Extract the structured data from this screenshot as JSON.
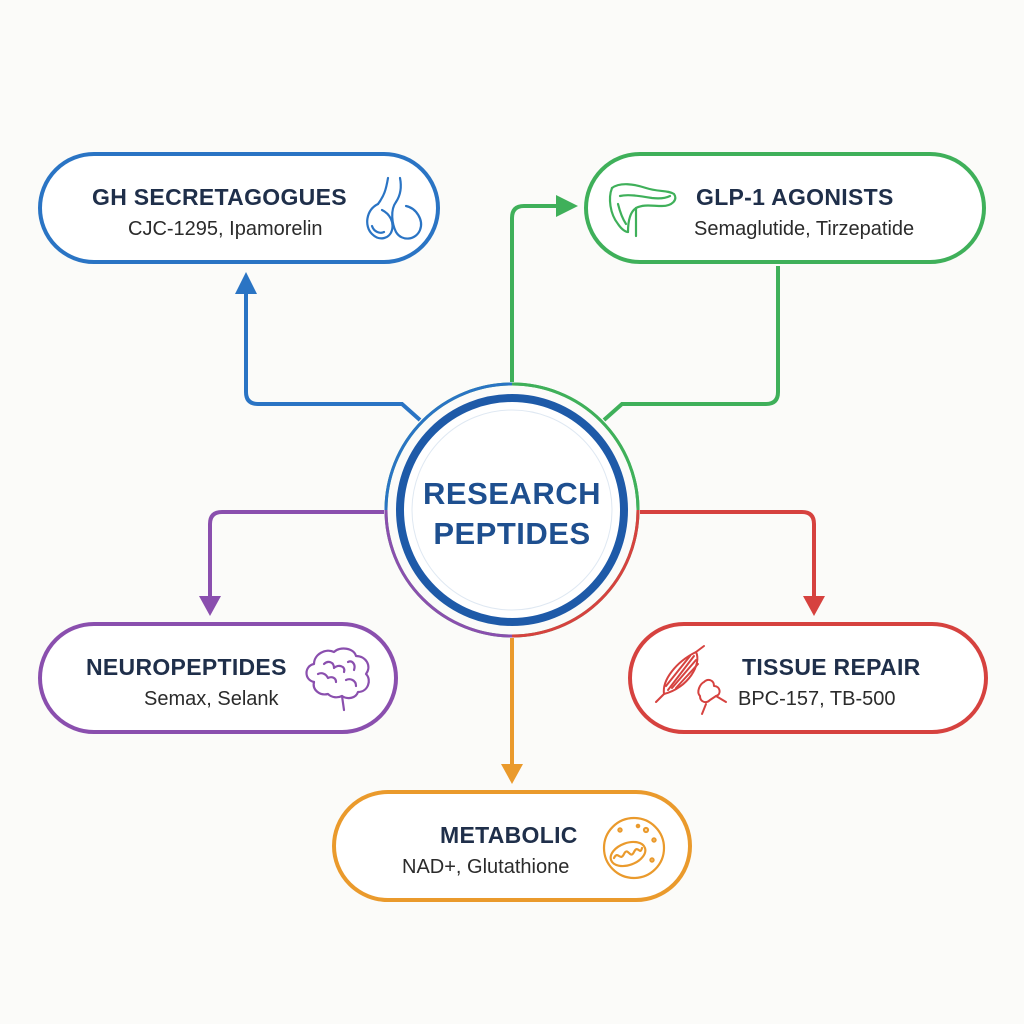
{
  "center": {
    "title_line1": "RESEARCH",
    "title_line2": "PEPTIDES"
  },
  "nodes": {
    "gh": {
      "title": "GH SECRETAGOGUES",
      "examples": "CJC-1295, Ipamorelin",
      "icon": "pituitary-gland-icon",
      "color": "#2a74c4"
    },
    "glp1": {
      "title": "GLP-1 AGONISTS",
      "examples": "Semaglutide, Tirzepatide",
      "icon": "pancreas-icon",
      "color": "#3fb05a"
    },
    "neuro": {
      "title": "NEUROPEPTIDES",
      "examples": "Semax, Selank",
      "icon": "brain-icon",
      "color": "#8a4fae"
    },
    "tissue": {
      "title": "TISSUE REPAIR",
      "examples": "BPC-157, TB-500",
      "icon": "muscle-joint-icon",
      "color": "#d6423f"
    },
    "metabolic": {
      "title": "METABOLIC",
      "examples": "NAD+, Glutathione",
      "icon": "cell-mitochondria-icon",
      "color": "#ea9a2c"
    }
  }
}
